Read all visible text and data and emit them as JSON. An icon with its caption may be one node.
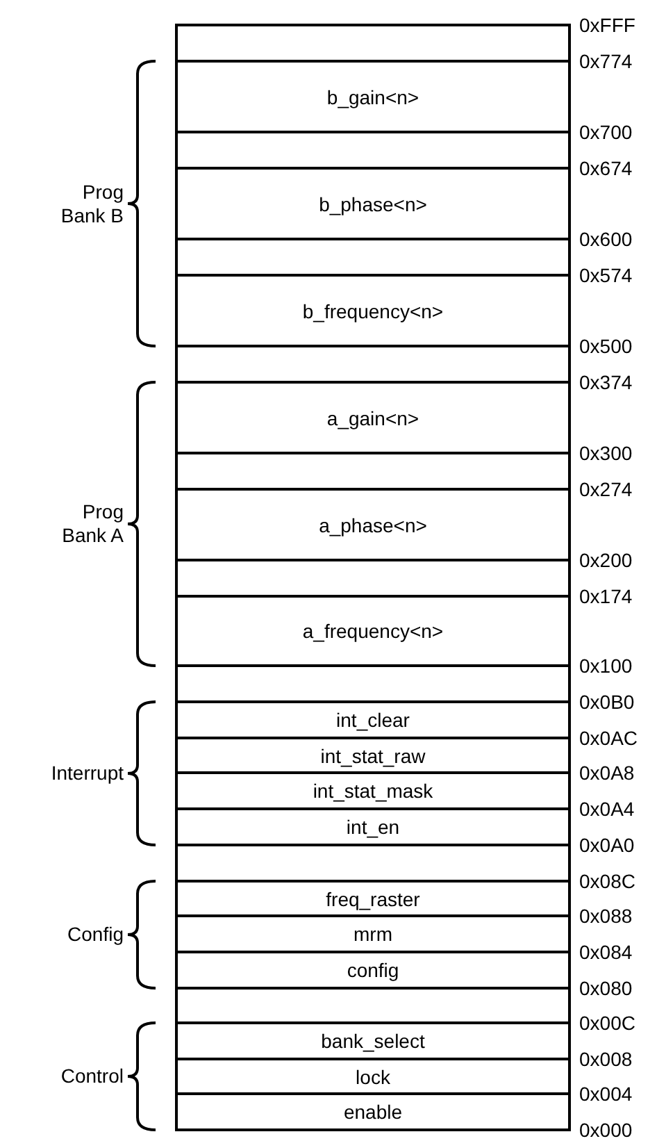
{
  "diagram": {
    "nodes": [
      {
        "text": [],
        "shape": "box"
      },
      {
        "text": [
          "b_gain<n>"
        ]
      },
      {
        "text": [],
        "shape": "box"
      },
      {
        "text": [
          "b_phase<n>"
        ]
      },
      {
        "text": [],
        "shape": "box"
      },
      {
        "text": [
          "b_frequency<n>"
        ]
      },
      {
        "text": [],
        "shape": "box"
      },
      {
        "text": [
          "a_gain<n>"
        ]
      },
      {
        "text": [],
        "shape": "box"
      },
      {
        "text": [
          "a_phase<n>"
        ]
      },
      {
        "text": [],
        "shape": "box"
      },
      {
        "text": [
          "a_frequency<n>"
        ]
      },
      {
        "text": [],
        "shape": "box"
      },
      {
        "text": [
          "int_clear"
        ]
      },
      {
        "text": [
          "int_stat_raw"
        ]
      },
      {
        "text": [
          "int_stat_mask"
        ]
      },
      {
        "text": [
          "int_en"
        ]
      },
      {
        "text": [],
        "shape": "box"
      },
      {
        "text": [
          "freq_raster"
        ]
      },
      {
        "text": [
          "mrm"
        ]
      },
      {
        "text": [
          "config"
        ]
      },
      {
        "text": [],
        "shape": "box"
      },
      {
        "text": [
          "bank_select"
        ]
      },
      {
        "text": [
          "lock"
        ]
      },
      {
        "text": [
          "enable"
        ]
      }
    ],
    "labels": [
      "0xFFF",
      "0x774",
      "0x700",
      "0x674",
      "Prog Bank B",
      "0x600",
      "0x574",
      "0x500",
      "0x374",
      "0x300",
      "0x274",
      "Prog Bank A",
      "0x200",
      "0x174",
      "0x100",
      "0x0B0",
      "0x0AC",
      "Interrupt",
      "0x0A8",
      "0x0A4",
      "0x0A0",
      "0x08C",
      "0x088",
      "Config",
      "0x084",
      "0x080",
      "0x00C",
      "0x008",
      "Control",
      "0x004",
      "0x000"
    ]
  }
}
